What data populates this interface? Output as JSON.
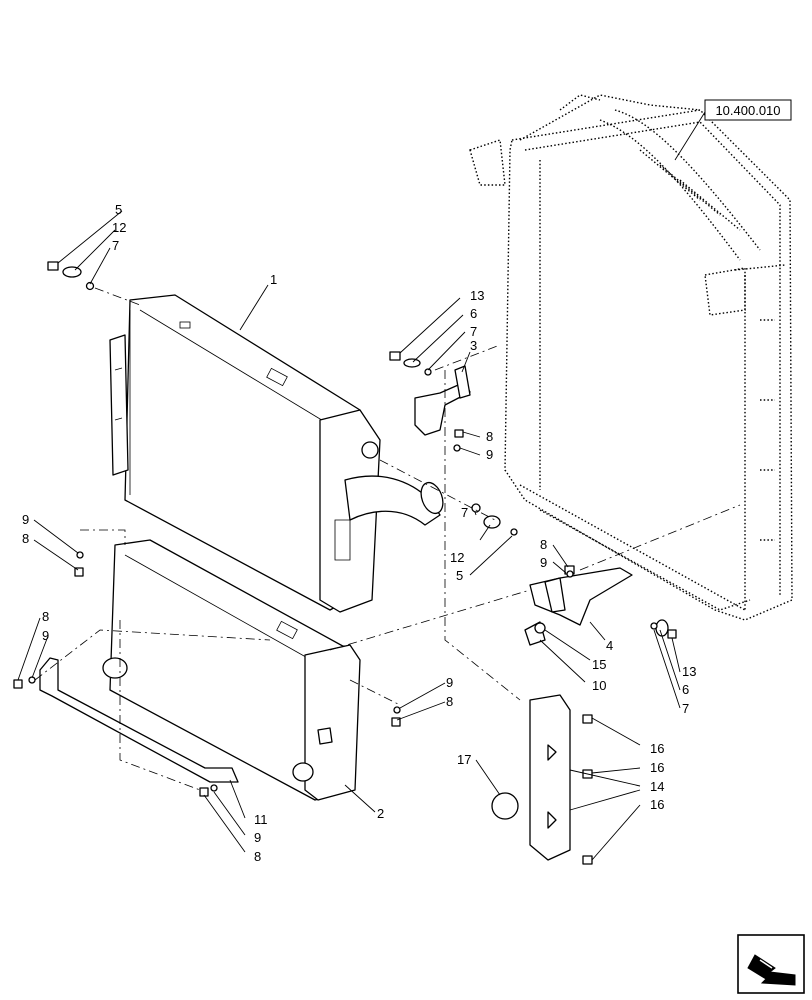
{
  "reference_label": "10.400.010",
  "callouts": {
    "c1": "1",
    "c2": "2",
    "c3": "3",
    "c4": "4",
    "c5a": "5",
    "c12a": "12",
    "c7a": "7",
    "c13a": "13",
    "c6a": "6",
    "c7b": "7",
    "c8a": "8",
    "c9a": "9",
    "c7c": "7",
    "c12b": "12",
    "c5b": "5",
    "c9b": "9",
    "c8b": "8",
    "c8c": "8",
    "c9c": "9",
    "c8d": "8",
    "c9d": "9",
    "c9e": "9",
    "c8e": "8",
    "c15": "15",
    "c10": "10",
    "c13b": "13",
    "c6b": "6",
    "c7d": "7",
    "c16a": "16",
    "c16b": "16",
    "c14": "14",
    "c16c": "16",
    "c17": "17",
    "c11": "11",
    "c9f": "9",
    "c8f": "8"
  },
  "icons": {
    "corner": "view-direction-arrow-icon"
  }
}
